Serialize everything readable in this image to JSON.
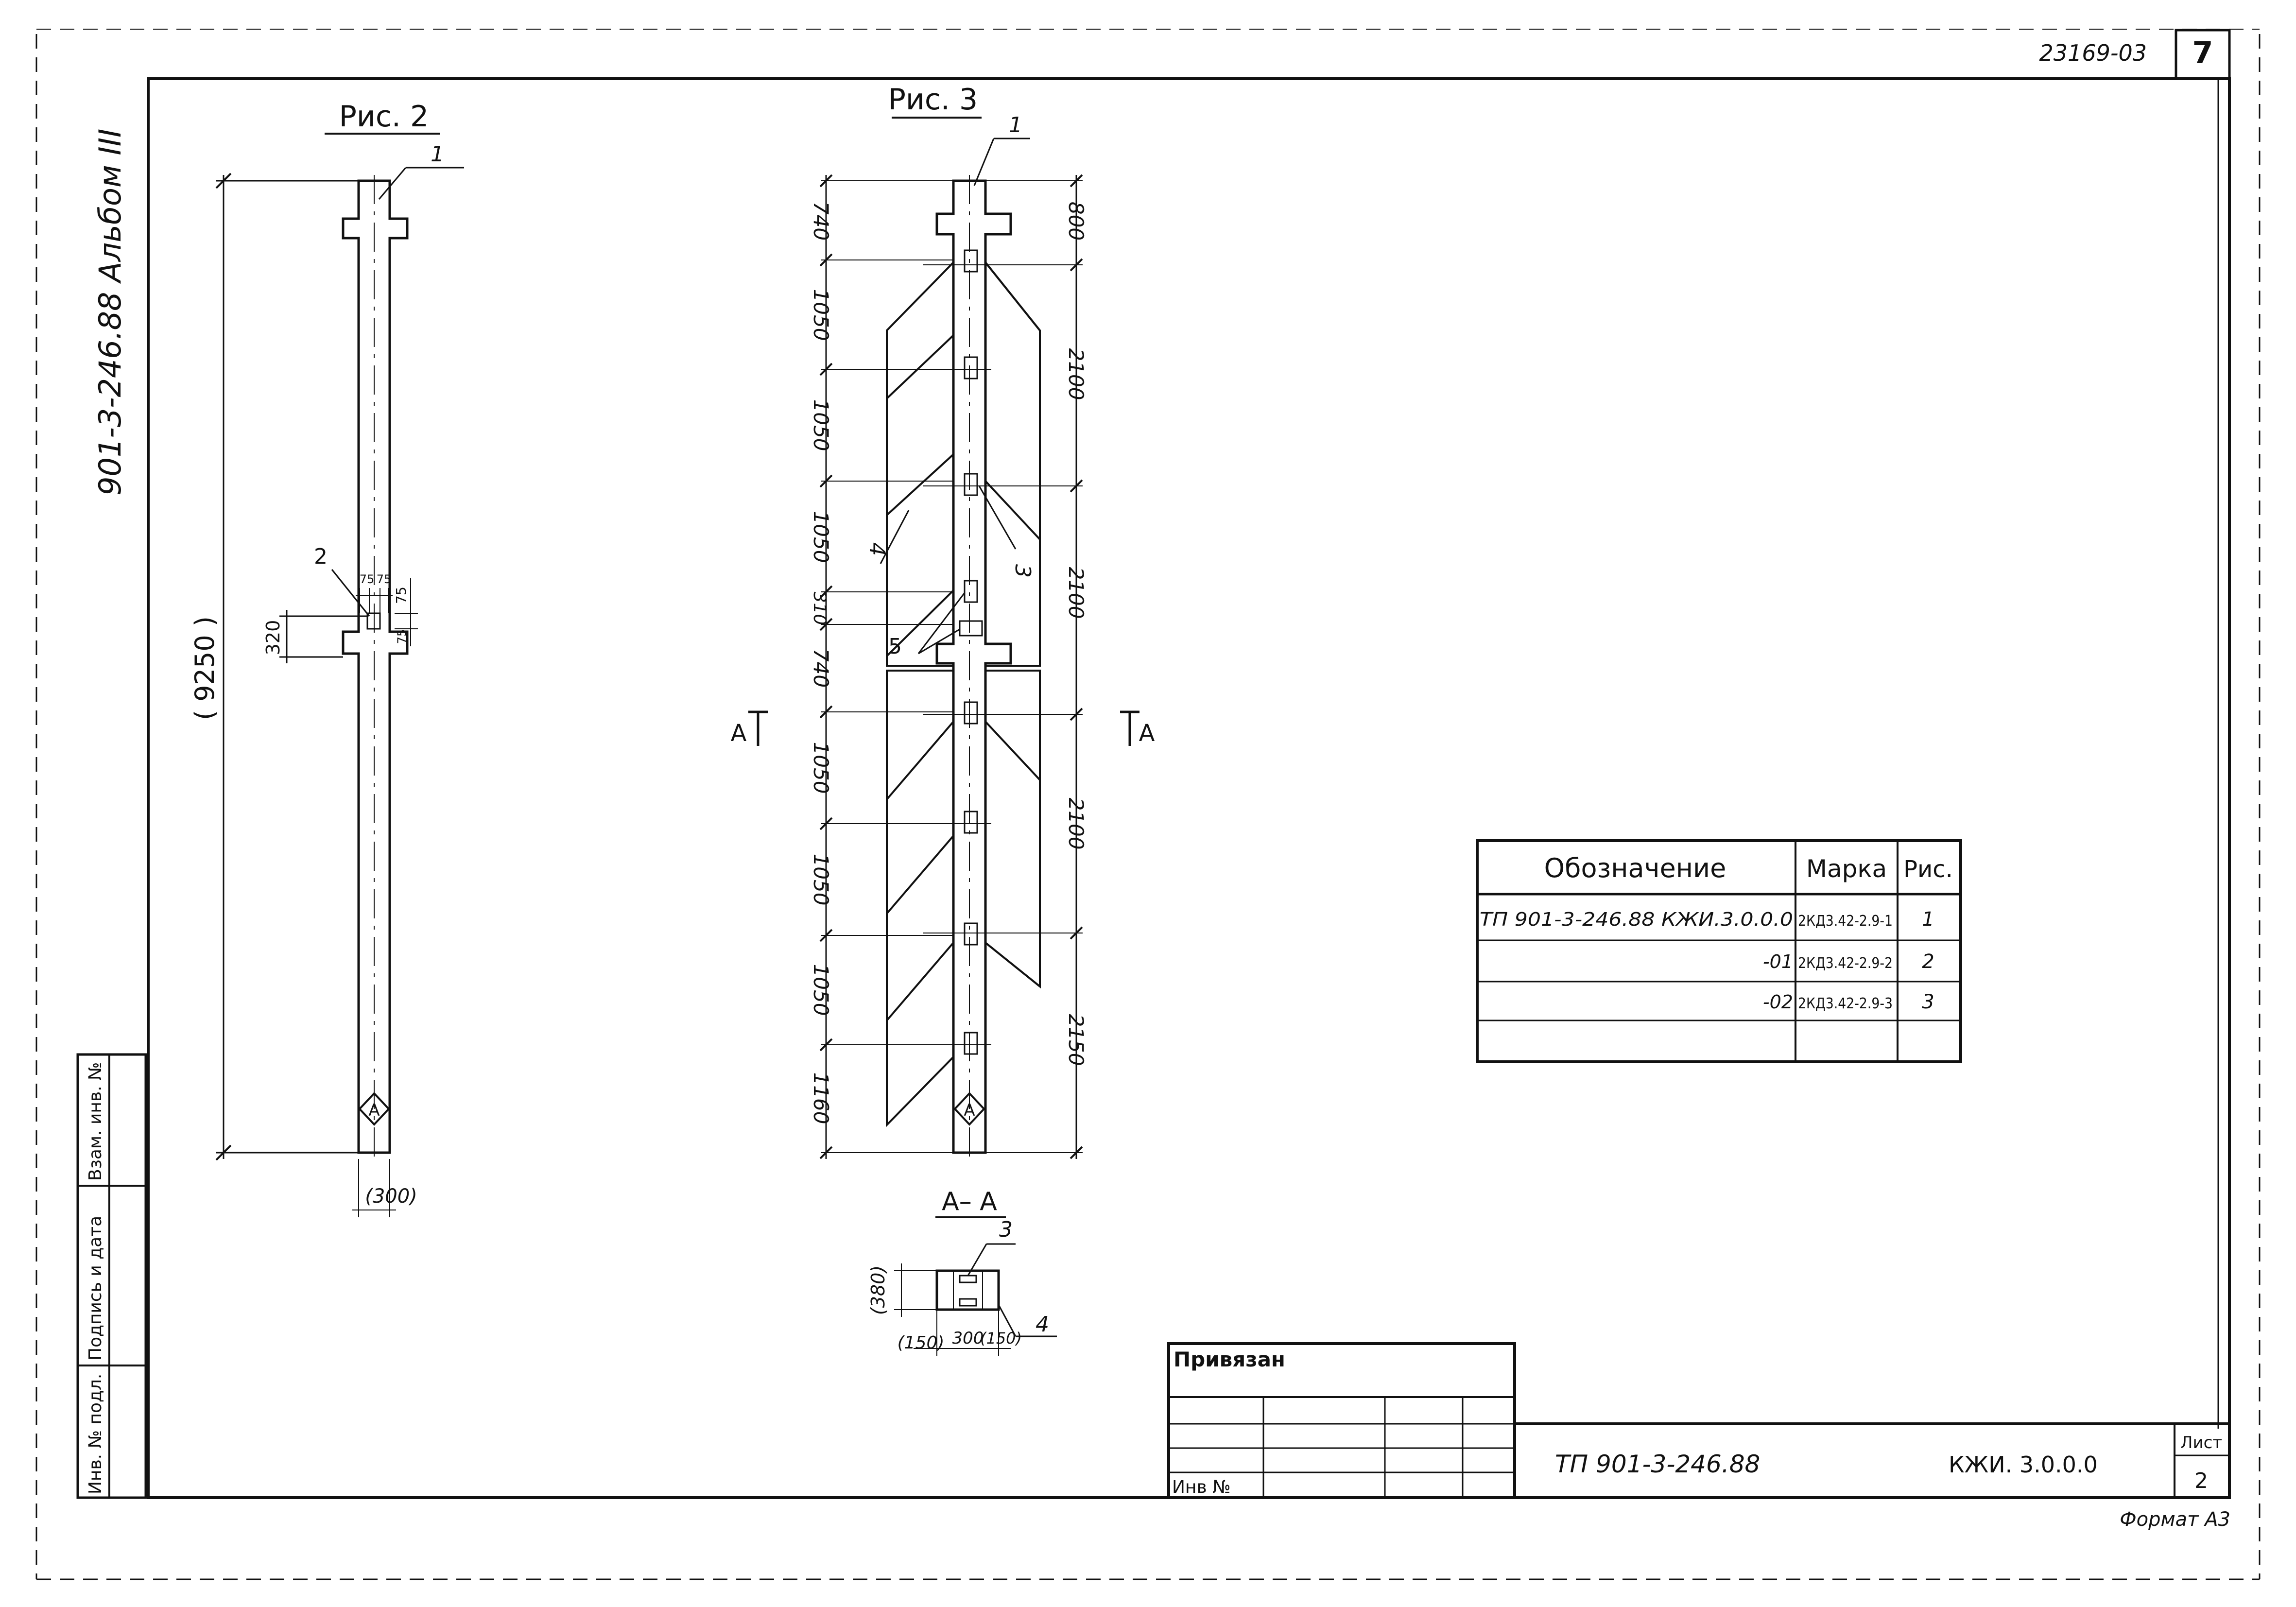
{
  "header": {
    "doc_code": "23169-03",
    "sheet_number": "7"
  },
  "album_label": "901-3-246.88 Альбом III",
  "fig2": {
    "title": "Рис. 2",
    "callout_1": "1",
    "callout_2": "2",
    "overall_length": "( 9250 )",
    "width_dim": "(300)",
    "dim_320": "320",
    "dim_75a": "75",
    "dim_75b": "75",
    "dim_75c": "75",
    "dim_75d": "75",
    "section_mark": "A"
  },
  "fig3": {
    "title": "Рис. 3",
    "callouts": [
      "1",
      "3",
      "4",
      "5"
    ],
    "left_dims": [
      "740",
      "1050",
      "1050",
      "1050",
      "310",
      "740",
      "1050",
      "1050",
      "1050",
      "1160"
    ],
    "right_dims": [
      "800",
      "2100",
      "2100",
      "2100",
      "2150"
    ],
    "section_left": "A",
    "section_right": "A",
    "section_mark": "A"
  },
  "section_aa": {
    "title": "A– A",
    "callout_3": "3",
    "callout_4": "4",
    "height_dim": "(380)",
    "dim_left": "(150)",
    "dim_mid": "300",
    "dim_right": "(150)"
  },
  "spec_table": {
    "headers": [
      "Обозначение",
      "Марка",
      "Рис."
    ],
    "rows": [
      [
        "ТП 901-3-246.88   КЖИ.3.0.0.0",
        "2КД3.42-2.9-1",
        "1"
      ],
      [
        "-01",
        "2КД3.42-2.9-2",
        "2"
      ],
      [
        "-02",
        "2КД3.42-2.9-3",
        "3"
      ],
      [
        "",
        "",
        ""
      ]
    ]
  },
  "privyazan_box": {
    "title": "Привязан",
    "inv_label": "Инв №"
  },
  "title_block": {
    "project_code": "ТП 901-3-246.88",
    "doc_mark": "КЖИ. 3.0.0.0",
    "sheet_label": "Лист",
    "sheet_value": "2"
  },
  "left_strip": {
    "labels": [
      "Инв. № подл.",
      "Подпись и дата",
      "Взам. инв. №"
    ]
  },
  "format_label": "Формат А3"
}
